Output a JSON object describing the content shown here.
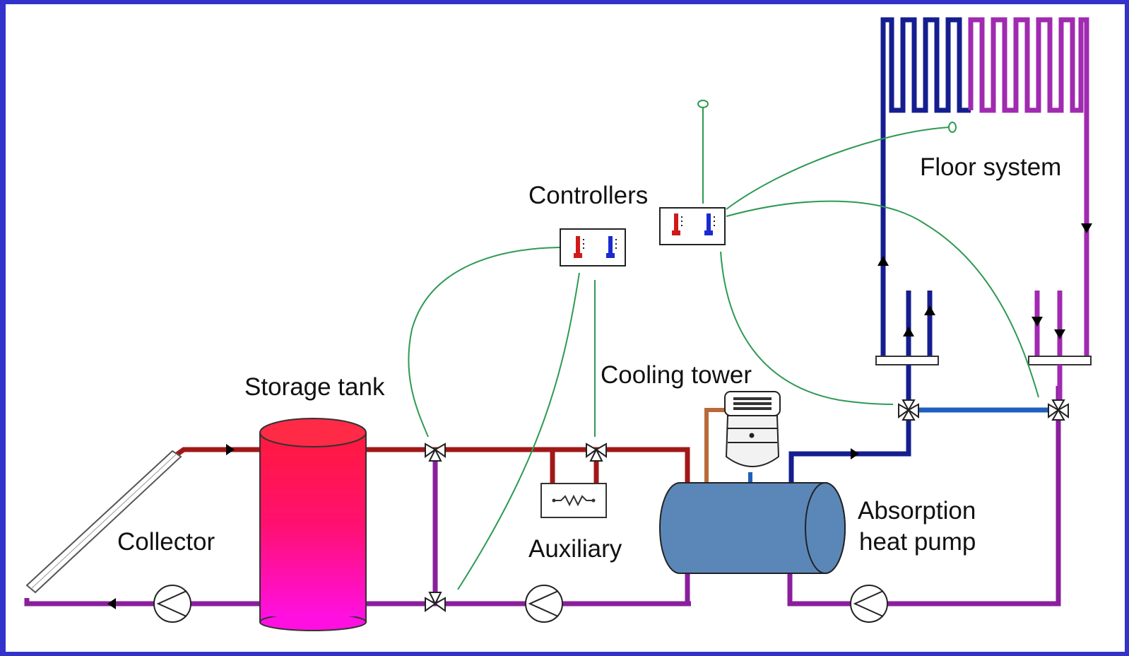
{
  "labels": {
    "storage_tank": "Storage tank",
    "controllers": "Controllers",
    "cooling_tower": "Cooling tower",
    "floor_system": "Floor system",
    "collector": "Collector",
    "auxiliary": "Auxiliary",
    "absorption_line1": "Absorption",
    "absorption_line2": "heat pump"
  },
  "colors": {
    "frame": "#3333cc",
    "hot_pipe": "#a01818",
    "return_pipe": "#8a1f9c",
    "floor_supply": "#151e8f",
    "floor_return": "#a02ab0",
    "control_wire": "#2e9a52",
    "chiller_pipe": "#1f5fbf",
    "cooling_pipe": "#b86a3a",
    "tank_top": "#ff1a3c",
    "tank_bottom": "#ff10e0",
    "heat_pump_body": "#5b87b8"
  }
}
